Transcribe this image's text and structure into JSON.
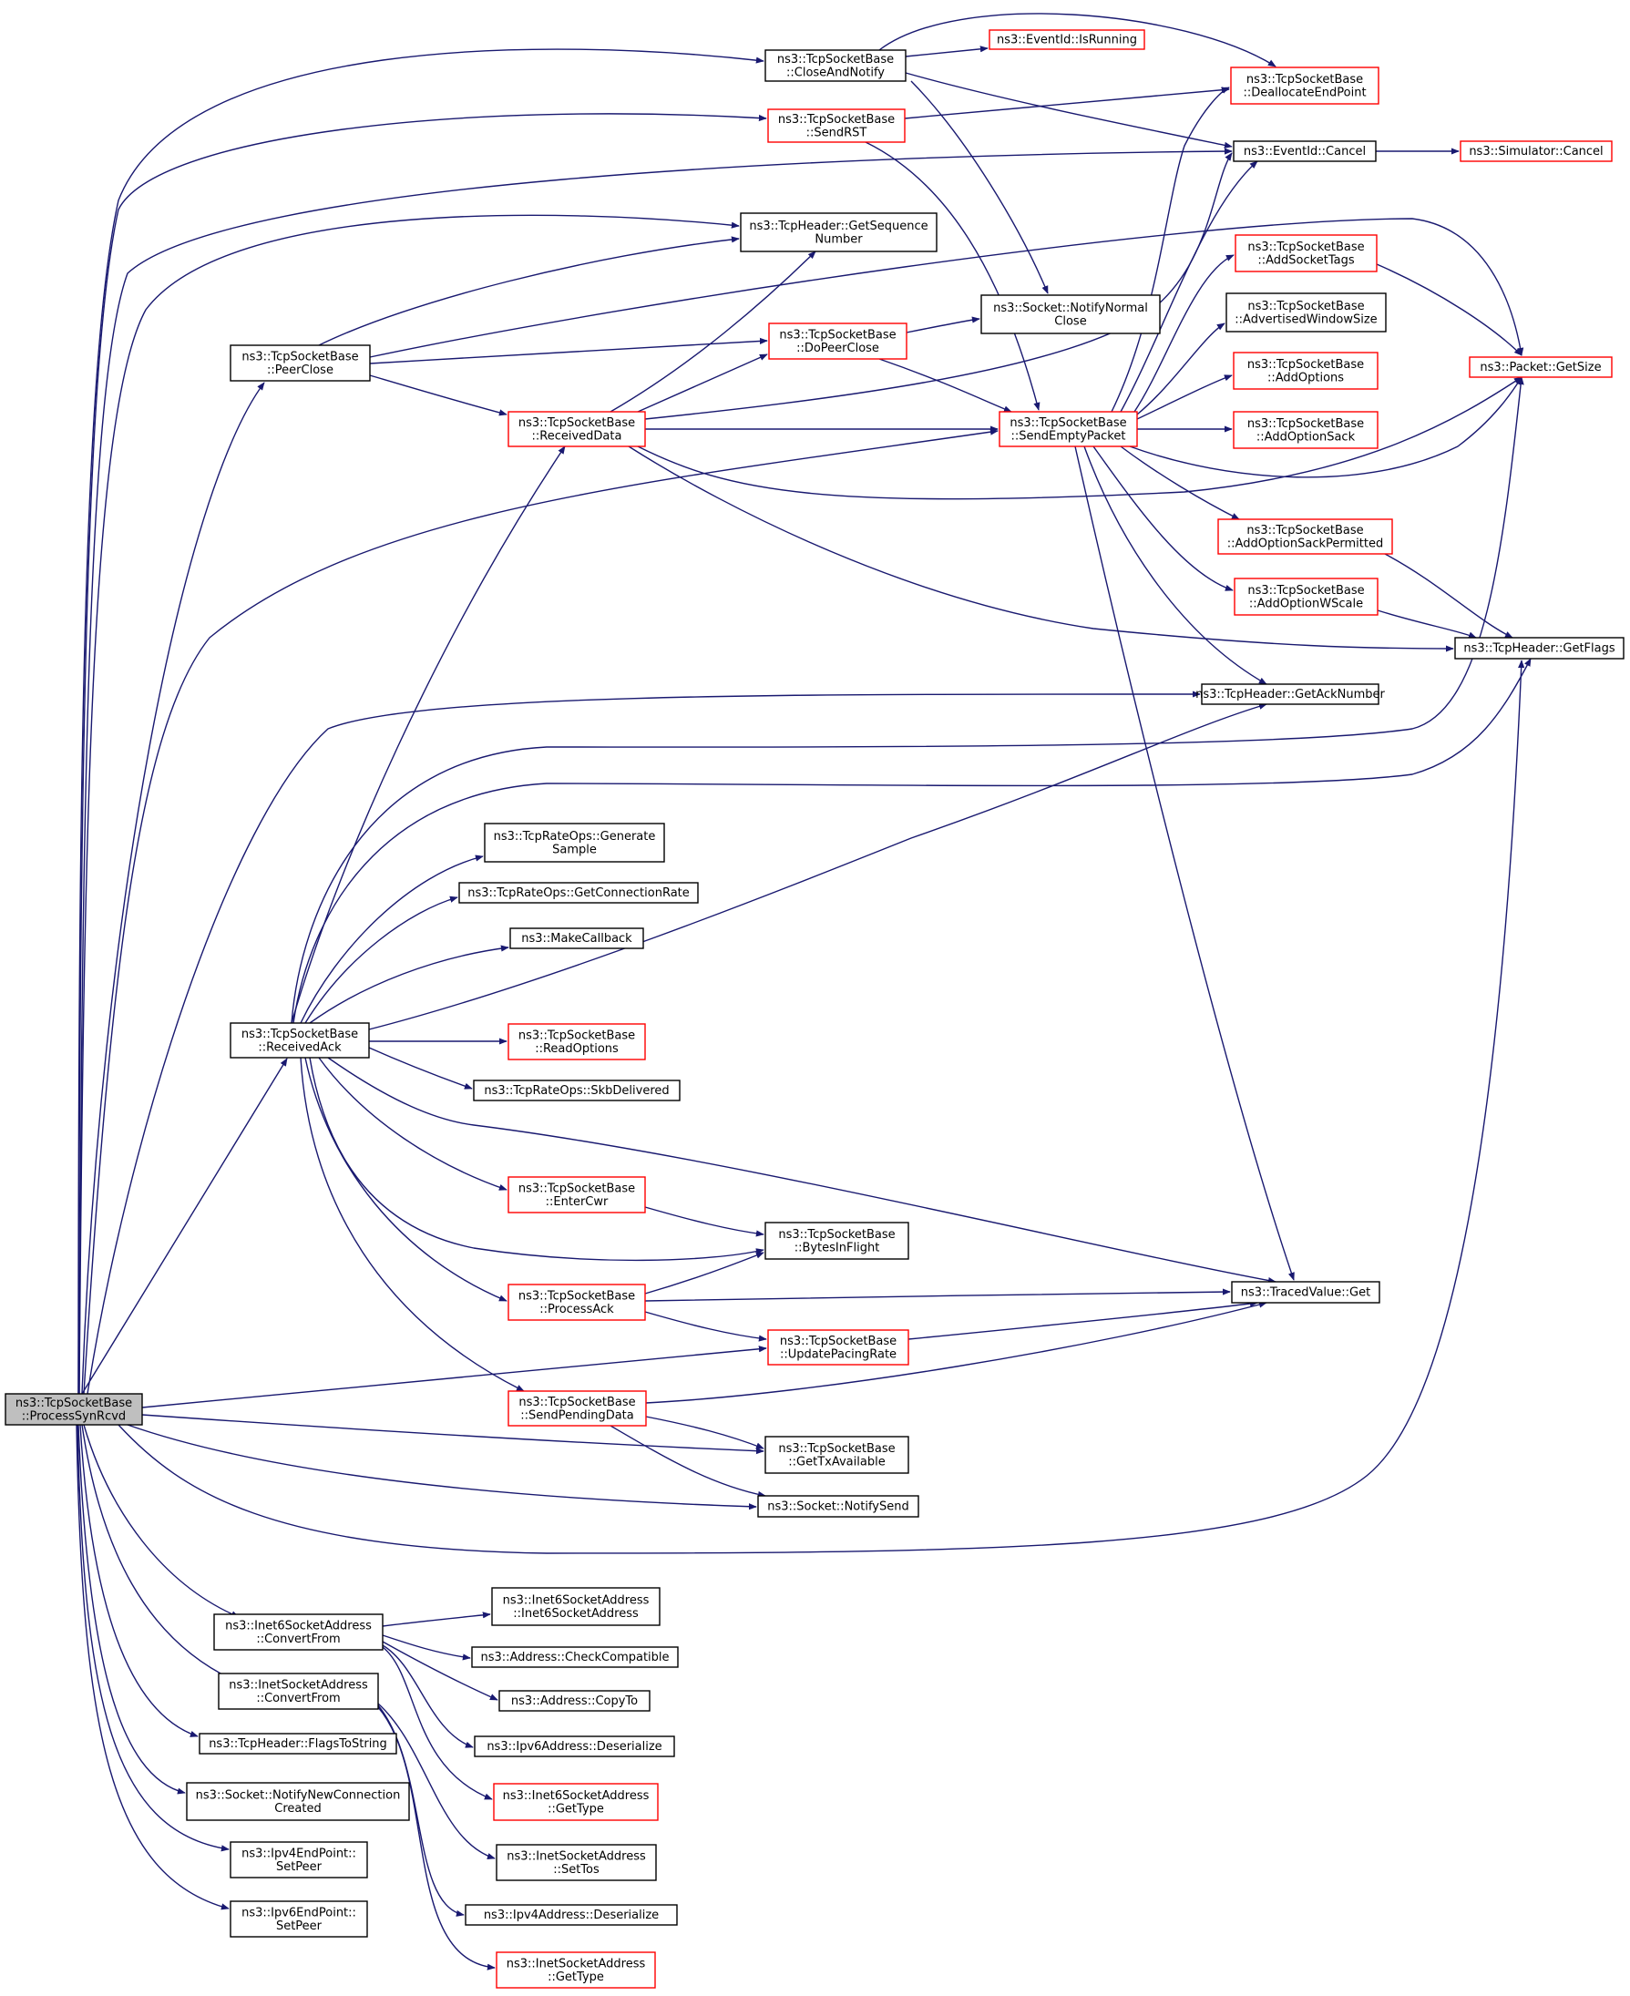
{
  "colors": {
    "edge": "#191970",
    "arrowhead": "#191970",
    "root_fill": "#bfbfbf",
    "node_fill": "#ffffff",
    "border_default": "#000000",
    "border_truncated": "#ff0000"
  },
  "nodes": [
    {
      "id": "root",
      "lines": [
        "ns3::TcpSocketBase",
        "::ProcessSynRcvd"
      ],
      "style": "root"
    },
    {
      "id": "closeAndNotify",
      "lines": [
        "ns3::TcpSocketBase",
        "::CloseAndNotify"
      ],
      "style": "black"
    },
    {
      "id": "isRunning",
      "lines": [
        "ns3::EventId::IsRunning"
      ],
      "style": "red"
    },
    {
      "id": "deallocate",
      "lines": [
        "ns3::TcpSocketBase",
        "::DeallocateEndPoint"
      ],
      "style": "red"
    },
    {
      "id": "sendRST",
      "lines": [
        "ns3::TcpSocketBase",
        "::SendRST"
      ],
      "style": "red"
    },
    {
      "id": "cancel",
      "lines": [
        "ns3::EventId::Cancel"
      ],
      "style": "black"
    },
    {
      "id": "simCancel",
      "lines": [
        "ns3::Simulator::Cancel"
      ],
      "style": "red"
    },
    {
      "id": "getSeq",
      "lines": [
        "ns3::TcpHeader::GetSequence",
        "Number"
      ],
      "style": "black"
    },
    {
      "id": "addSocketTags",
      "lines": [
        "ns3::TcpSocketBase",
        "::AddSocketTags"
      ],
      "style": "red"
    },
    {
      "id": "notifyNormalClose",
      "lines": [
        "ns3::Socket::NotifyNormal",
        "Close"
      ],
      "style": "black"
    },
    {
      "id": "advWin",
      "lines": [
        "ns3::TcpSocketBase",
        "::AdvertisedWindowSize"
      ],
      "style": "black"
    },
    {
      "id": "peerClose",
      "lines": [
        "ns3::TcpSocketBase",
        "::PeerClose"
      ],
      "style": "black"
    },
    {
      "id": "doPeerClose",
      "lines": [
        "ns3::TcpSocketBase",
        "::DoPeerClose"
      ],
      "style": "red"
    },
    {
      "id": "getSize",
      "lines": [
        "ns3::Packet::GetSize"
      ],
      "style": "red"
    },
    {
      "id": "addOptions",
      "lines": [
        "ns3::TcpSocketBase",
        "::AddOptions"
      ],
      "style": "red"
    },
    {
      "id": "receivedData",
      "lines": [
        "ns3::TcpSocketBase",
        "::ReceivedData"
      ],
      "style": "red"
    },
    {
      "id": "sendEmpty",
      "lines": [
        "ns3::TcpSocketBase",
        "::SendEmptyPacket"
      ],
      "style": "red"
    },
    {
      "id": "addOptionSack",
      "lines": [
        "ns3::TcpSocketBase",
        "::AddOptionSack"
      ],
      "style": "red"
    },
    {
      "id": "addSackPerm",
      "lines": [
        "ns3::TcpSocketBase",
        "::AddOptionSackPermitted"
      ],
      "style": "red"
    },
    {
      "id": "addWScale",
      "lines": [
        "ns3::TcpSocketBase",
        "::AddOptionWScale"
      ],
      "style": "red"
    },
    {
      "id": "getFlags",
      "lines": [
        "ns3::TcpHeader::GetFlags"
      ],
      "style": "black"
    },
    {
      "id": "getAck",
      "lines": [
        "ns3::TcpHeader::GetAckNumber"
      ],
      "style": "black"
    },
    {
      "id": "genSample",
      "lines": [
        "ns3::TcpRateOps::Generate",
        "Sample"
      ],
      "style": "black"
    },
    {
      "id": "getConnRate",
      "lines": [
        "ns3::TcpRateOps::GetConnectionRate"
      ],
      "style": "black"
    },
    {
      "id": "makeCallback",
      "lines": [
        "ns3::MakeCallback"
      ],
      "style": "black"
    },
    {
      "id": "receivedAck",
      "lines": [
        "ns3::TcpSocketBase",
        "::ReceivedAck"
      ],
      "style": "black"
    },
    {
      "id": "readOptions",
      "lines": [
        "ns3::TcpSocketBase",
        "::ReadOptions"
      ],
      "style": "red"
    },
    {
      "id": "skbDelivered",
      "lines": [
        "ns3::TcpRateOps::SkbDelivered"
      ],
      "style": "black"
    },
    {
      "id": "enterCwr",
      "lines": [
        "ns3::TcpSocketBase",
        "::EnterCwr"
      ],
      "style": "red"
    },
    {
      "id": "bytesInFlight",
      "lines": [
        "ns3::TcpSocketBase",
        "::BytesInFlight"
      ],
      "style": "black"
    },
    {
      "id": "processAck",
      "lines": [
        "ns3::TcpSocketBase",
        "::ProcessAck"
      ],
      "style": "red"
    },
    {
      "id": "tracedGet",
      "lines": [
        "ns3::TracedValue::Get"
      ],
      "style": "black"
    },
    {
      "id": "updatePacing",
      "lines": [
        "ns3::TcpSocketBase",
        "::UpdatePacingRate"
      ],
      "style": "red"
    },
    {
      "id": "sendPending",
      "lines": [
        "ns3::TcpSocketBase",
        "::SendPendingData"
      ],
      "style": "red"
    },
    {
      "id": "getTxAvail",
      "lines": [
        "ns3::TcpSocketBase",
        "::GetTxAvailable"
      ],
      "style": "black"
    },
    {
      "id": "notifySend",
      "lines": [
        "ns3::Socket::NotifySend"
      ],
      "style": "black"
    },
    {
      "id": "inet6Ctor",
      "lines": [
        "ns3::Inet6SocketAddress",
        "::Inet6SocketAddress"
      ],
      "style": "black"
    },
    {
      "id": "inet6Convert",
      "lines": [
        "ns3::Inet6SocketAddress",
        "::ConvertFrom"
      ],
      "style": "black"
    },
    {
      "id": "checkCompat",
      "lines": [
        "ns3::Address::CheckCompatible"
      ],
      "style": "black"
    },
    {
      "id": "inetConvert",
      "lines": [
        "ns3::InetSocketAddress",
        "::ConvertFrom"
      ],
      "style": "black"
    },
    {
      "id": "copyTo",
      "lines": [
        "ns3::Address::CopyTo"
      ],
      "style": "black"
    },
    {
      "id": "flagsToString",
      "lines": [
        "ns3::TcpHeader::FlagsToString"
      ],
      "style": "black"
    },
    {
      "id": "ipv6Deser",
      "lines": [
        "ns3::Ipv6Address::Deserialize"
      ],
      "style": "black"
    },
    {
      "id": "notifyNewConn",
      "lines": [
        "ns3::Socket::NotifyNewConnection",
        "Created"
      ],
      "style": "black"
    },
    {
      "id": "inet6GetType",
      "lines": [
        "ns3::Inet6SocketAddress",
        "::GetType"
      ],
      "style": "red"
    },
    {
      "id": "ipv4EpSetPeer",
      "lines": [
        "ns3::Ipv4EndPoint::",
        "SetPeer"
      ],
      "style": "black"
    },
    {
      "id": "setTos",
      "lines": [
        "ns3::InetSocketAddress",
        "::SetTos"
      ],
      "style": "black"
    },
    {
      "id": "ipv6EpSetPeer",
      "lines": [
        "ns3::Ipv6EndPoint::",
        "SetPeer"
      ],
      "style": "black"
    },
    {
      "id": "ipv4Deser",
      "lines": [
        "ns3::Ipv4Address::Deserialize"
      ],
      "style": "black"
    },
    {
      "id": "inetGetType",
      "lines": [
        "ns3::InetSocketAddress",
        "::GetType"
      ],
      "style": "red"
    }
  ],
  "edges": [
    {
      "from": "root",
      "to": "closeAndNotify"
    },
    {
      "from": "root",
      "to": "sendRST"
    },
    {
      "from": "root",
      "to": "cancel"
    },
    {
      "from": "root",
      "to": "getSeq"
    },
    {
      "from": "root",
      "to": "peerClose"
    },
    {
      "from": "root",
      "to": "sendEmpty"
    },
    {
      "from": "root",
      "to": "getAck"
    },
    {
      "from": "root",
      "to": "receivedAck"
    },
    {
      "from": "root",
      "to": "updatePacing"
    },
    {
      "from": "root",
      "to": "getTxAvail"
    },
    {
      "from": "root",
      "to": "notifySend"
    },
    {
      "from": "root",
      "to": "getFlags"
    },
    {
      "from": "root",
      "to": "inet6Convert"
    },
    {
      "from": "root",
      "to": "inetConvert"
    },
    {
      "from": "root",
      "to": "flagsToString"
    },
    {
      "from": "root",
      "to": "notifyNewConn"
    },
    {
      "from": "root",
      "to": "ipv4EpSetPeer"
    },
    {
      "from": "root",
      "to": "ipv6EpSetPeer"
    },
    {
      "from": "closeAndNotify",
      "to": "isRunning"
    },
    {
      "from": "closeAndNotify",
      "to": "deallocate"
    },
    {
      "from": "closeAndNotify",
      "to": "cancel"
    },
    {
      "from": "closeAndNotify",
      "to": "notifyNormalClose"
    },
    {
      "from": "sendRST",
      "to": "deallocate"
    },
    {
      "from": "sendRST",
      "to": "sendEmpty"
    },
    {
      "from": "cancel",
      "to": "simCancel"
    },
    {
      "from": "peerClose",
      "to": "getSeq"
    },
    {
      "from": "peerClose",
      "to": "getSize"
    },
    {
      "from": "peerClose",
      "to": "doPeerClose"
    },
    {
      "from": "peerClose",
      "to": "receivedData"
    },
    {
      "from": "doPeerClose",
      "to": "notifyNormalClose"
    },
    {
      "from": "doPeerClose",
      "to": "sendEmpty"
    },
    {
      "from": "receivedData",
      "to": "getSeq"
    },
    {
      "from": "receivedData",
      "to": "doPeerClose"
    },
    {
      "from": "receivedData",
      "to": "cancel"
    },
    {
      "from": "receivedData",
      "to": "sendEmpty"
    },
    {
      "from": "receivedData",
      "to": "getSize"
    },
    {
      "from": "receivedData",
      "to": "getFlags"
    },
    {
      "from": "sendEmpty",
      "to": "deallocate"
    },
    {
      "from": "sendEmpty",
      "to": "cancel"
    },
    {
      "from": "sendEmpty",
      "to": "addSocketTags"
    },
    {
      "from": "sendEmpty",
      "to": "advWin"
    },
    {
      "from": "sendEmpty",
      "to": "addOptions"
    },
    {
      "from": "sendEmpty",
      "to": "addOptionSack"
    },
    {
      "from": "sendEmpty",
      "to": "addSackPerm"
    },
    {
      "from": "sendEmpty",
      "to": "addWScale"
    },
    {
      "from": "sendEmpty",
      "to": "getAck"
    },
    {
      "from": "sendEmpty",
      "to": "tracedGet"
    },
    {
      "from": "sendEmpty",
      "to": "getSize"
    },
    {
      "from": "addSocketTags",
      "to": "getSize"
    },
    {
      "from": "addSackPerm",
      "to": "getFlags"
    },
    {
      "from": "addWScale",
      "to": "getFlags"
    },
    {
      "from": "receivedAck",
      "to": "receivedData"
    },
    {
      "from": "receivedAck",
      "to": "getSize"
    },
    {
      "from": "receivedAck",
      "to": "getFlags"
    },
    {
      "from": "receivedAck",
      "to": "genSample"
    },
    {
      "from": "receivedAck",
      "to": "getConnRate"
    },
    {
      "from": "receivedAck",
      "to": "makeCallback"
    },
    {
      "from": "receivedAck",
      "to": "getAck"
    },
    {
      "from": "receivedAck",
      "to": "readOptions"
    },
    {
      "from": "receivedAck",
      "to": "skbDelivered"
    },
    {
      "from": "receivedAck",
      "to": "tracedGet"
    },
    {
      "from": "receivedAck",
      "to": "enterCwr"
    },
    {
      "from": "receivedAck",
      "to": "bytesInFlight"
    },
    {
      "from": "receivedAck",
      "to": "processAck"
    },
    {
      "from": "receivedAck",
      "to": "sendPending"
    },
    {
      "from": "enterCwr",
      "to": "bytesInFlight"
    },
    {
      "from": "processAck",
      "to": "bytesInFlight"
    },
    {
      "from": "processAck",
      "to": "tracedGet"
    },
    {
      "from": "processAck",
      "to": "updatePacing"
    },
    {
      "from": "updatePacing",
      "to": "tracedGet"
    },
    {
      "from": "sendPending",
      "to": "tracedGet"
    },
    {
      "from": "sendPending",
      "to": "getTxAvail"
    },
    {
      "from": "sendPending",
      "to": "notifySend"
    },
    {
      "from": "inet6Convert",
      "to": "inet6Ctor"
    },
    {
      "from": "inet6Convert",
      "to": "checkCompat"
    },
    {
      "from": "inet6Convert",
      "to": "copyTo"
    },
    {
      "from": "inet6Convert",
      "to": "ipv6Deser"
    },
    {
      "from": "inet6Convert",
      "to": "inet6GetType"
    },
    {
      "from": "inetConvert",
      "to": "setTos"
    },
    {
      "from": "inetConvert",
      "to": "ipv4Deser"
    },
    {
      "from": "inetConvert",
      "to": "inetGetType"
    }
  ]
}
